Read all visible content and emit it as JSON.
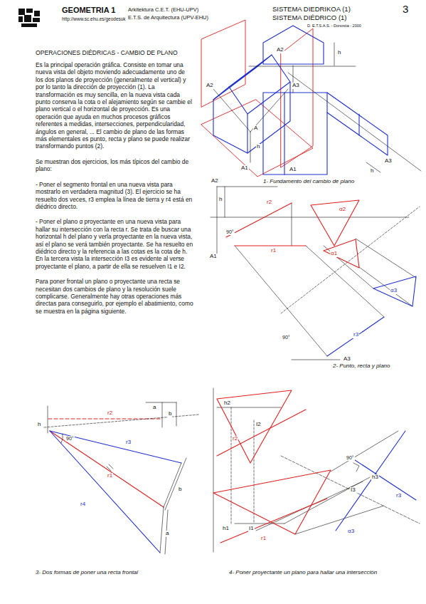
{
  "diagram": {
    "title": "OPERACIONES DIÉDRICAS - CAMBIO DE PLANO",
    "labels": [
      "GEOMETRIA 1",
      "http://www.sc.ehu.es/geodesuk",
      "Arkitektura C.E.T. (EHU-UPV)",
      "E.T.S. de Arquitectura (UPV-EHU)",
      "SISTEMA DIEDRIKOA (1)",
      "SISTEMA DIÉDRICO (1)",
      "D. E.T.S.A.S. - Donostia - 2000",
      "3",
      "Es la principal operación gráfica. Consiste en tomar una nueva vista del objeto moviendo adecuadamente uno de los dos planos de proyección (generalmente el vertical) y por lo tanto la dirección de proyección (1). La transformación es muy sencilla, en la nueva vista cada punto conserva la cota o el alejamiento según se cambie el plano vertical o el horizontal de proyección. Es una operación que ayuda en muchos procesos gráficos referentes a medidas, intersecciones, perpendicularidad, ángulos en general, ... El cambio de plano de las formas más elementales es punto, recta y plano se puede realizar transformando puntos (2).",
      "Se muestran dos ejercicios, los más típicos del cambio de plano:",
      "- Poner el segmento frontal en una nueva vista para mostrarlo en verdadera magnitud (3). El ejercicio se ha resuelto dos veces, r3 emplea la línea de tierra y r4 está en diédrico directo.",
      "- Poner el plano α proyectante en una nueva vista para hallar su intersección con la recta r. Se trata de buscar una horizontal h del plano y verla proyectante en la nueva vista, así el plano se verá también proyectante. Se ha resuelto en diédrico directo y la referencia a las cotas es la cota de h. En la tercera vista la intersección I3 es evidente al verse proyectante el plano, a partir de ella se resuelven I1 e I2.",
      "Para poner frontal un plano o proyectante una recta se necesitan dos cambios de plano y la resolución suele complicarse. Generalmente hay otras operaciones más directas para conseguirlo, por ejemplo el abatimiento, como se muestra en la página siguiente.",
      "1- Fundamento del cambio de plano",
      "2- Punto, recta y plano",
      "3- Dos formas de poner una recta frontal",
      "4- Poner proyectante un plano para hallar una intersección",
      "A2",
      "A3",
      "A",
      "A1",
      "h",
      "A2",
      "h",
      "A3",
      "A1",
      "h",
      "A2",
      "r2",
      "h",
      "90°",
      "A1",
      "r1",
      "α2",
      "α1",
      "α3",
      "r3",
      "90°",
      "A3",
      "h",
      "r2",
      "a",
      "b",
      "90°",
      "r3",
      "r1",
      "r4",
      "b",
      "a",
      "h2",
      "I2",
      "r2",
      "h1",
      "I1",
      "r1",
      "90°",
      "h3",
      "I3",
      "r3",
      "α3"
    ]
  }
}
